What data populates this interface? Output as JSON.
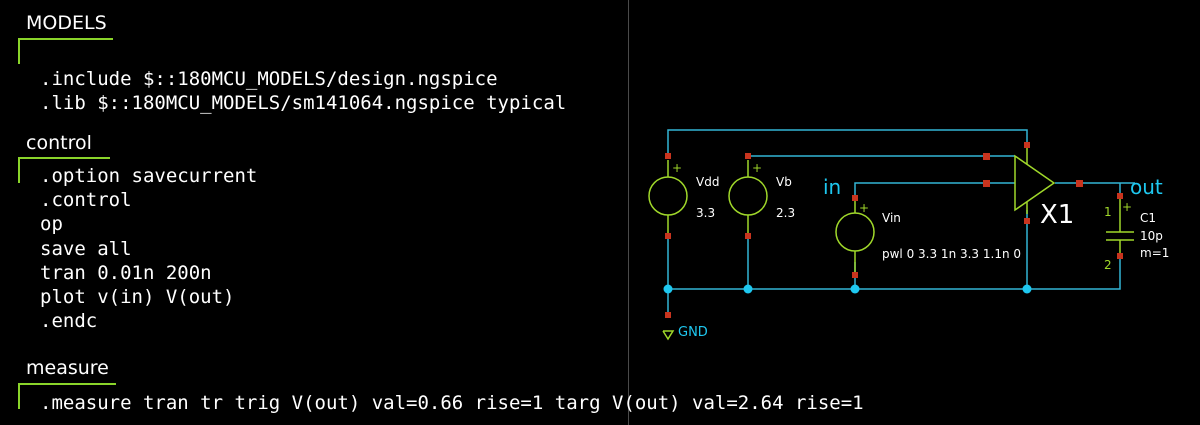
{
  "blocks": {
    "models": {
      "title": "MODELS",
      "lines": [
        ".include $::180MCU_MODELS/design.ngspice",
        ".lib $::180MCU_MODELS/sm141064.ngspice typical"
      ]
    },
    "control": {
      "title": "control",
      "lines": [
        ".option savecurrent",
        ".control",
        "op",
        "save all",
        "tran 0.01n 200n",
        "plot v(in) V(out)",
        ".endc"
      ]
    },
    "measure": {
      "title": "measure",
      "lines": [
        ".measure tran tr trig V(out) val=0.66 rise=1 targ V(out) val=2.64 rise=1"
      ]
    }
  },
  "schematic": {
    "vdd": {
      "name": "Vdd",
      "value": "3.3"
    },
    "vb": {
      "name": "Vb",
      "value": "2.3"
    },
    "vin": {
      "name": "Vin",
      "value": "pwl 0 3.3 1n 3.3 1.1n 0"
    },
    "amp": {
      "name": "X1"
    },
    "cap": {
      "name": "C1",
      "value": "10p",
      "mult": "m=1",
      "pin1": "1",
      "pin2": "2"
    },
    "labels": {
      "in": "in",
      "out": "out",
      "gnd": "GND",
      "plus": "+"
    },
    "colors": {
      "background": "#000000",
      "wire": "#33b5d6",
      "component": "#a0d82a",
      "pin": "#c8341e",
      "node": "#1ec8f0",
      "label": "#1ec8f0",
      "text": "#ffffff",
      "divider": "#4a4a4a"
    }
  }
}
